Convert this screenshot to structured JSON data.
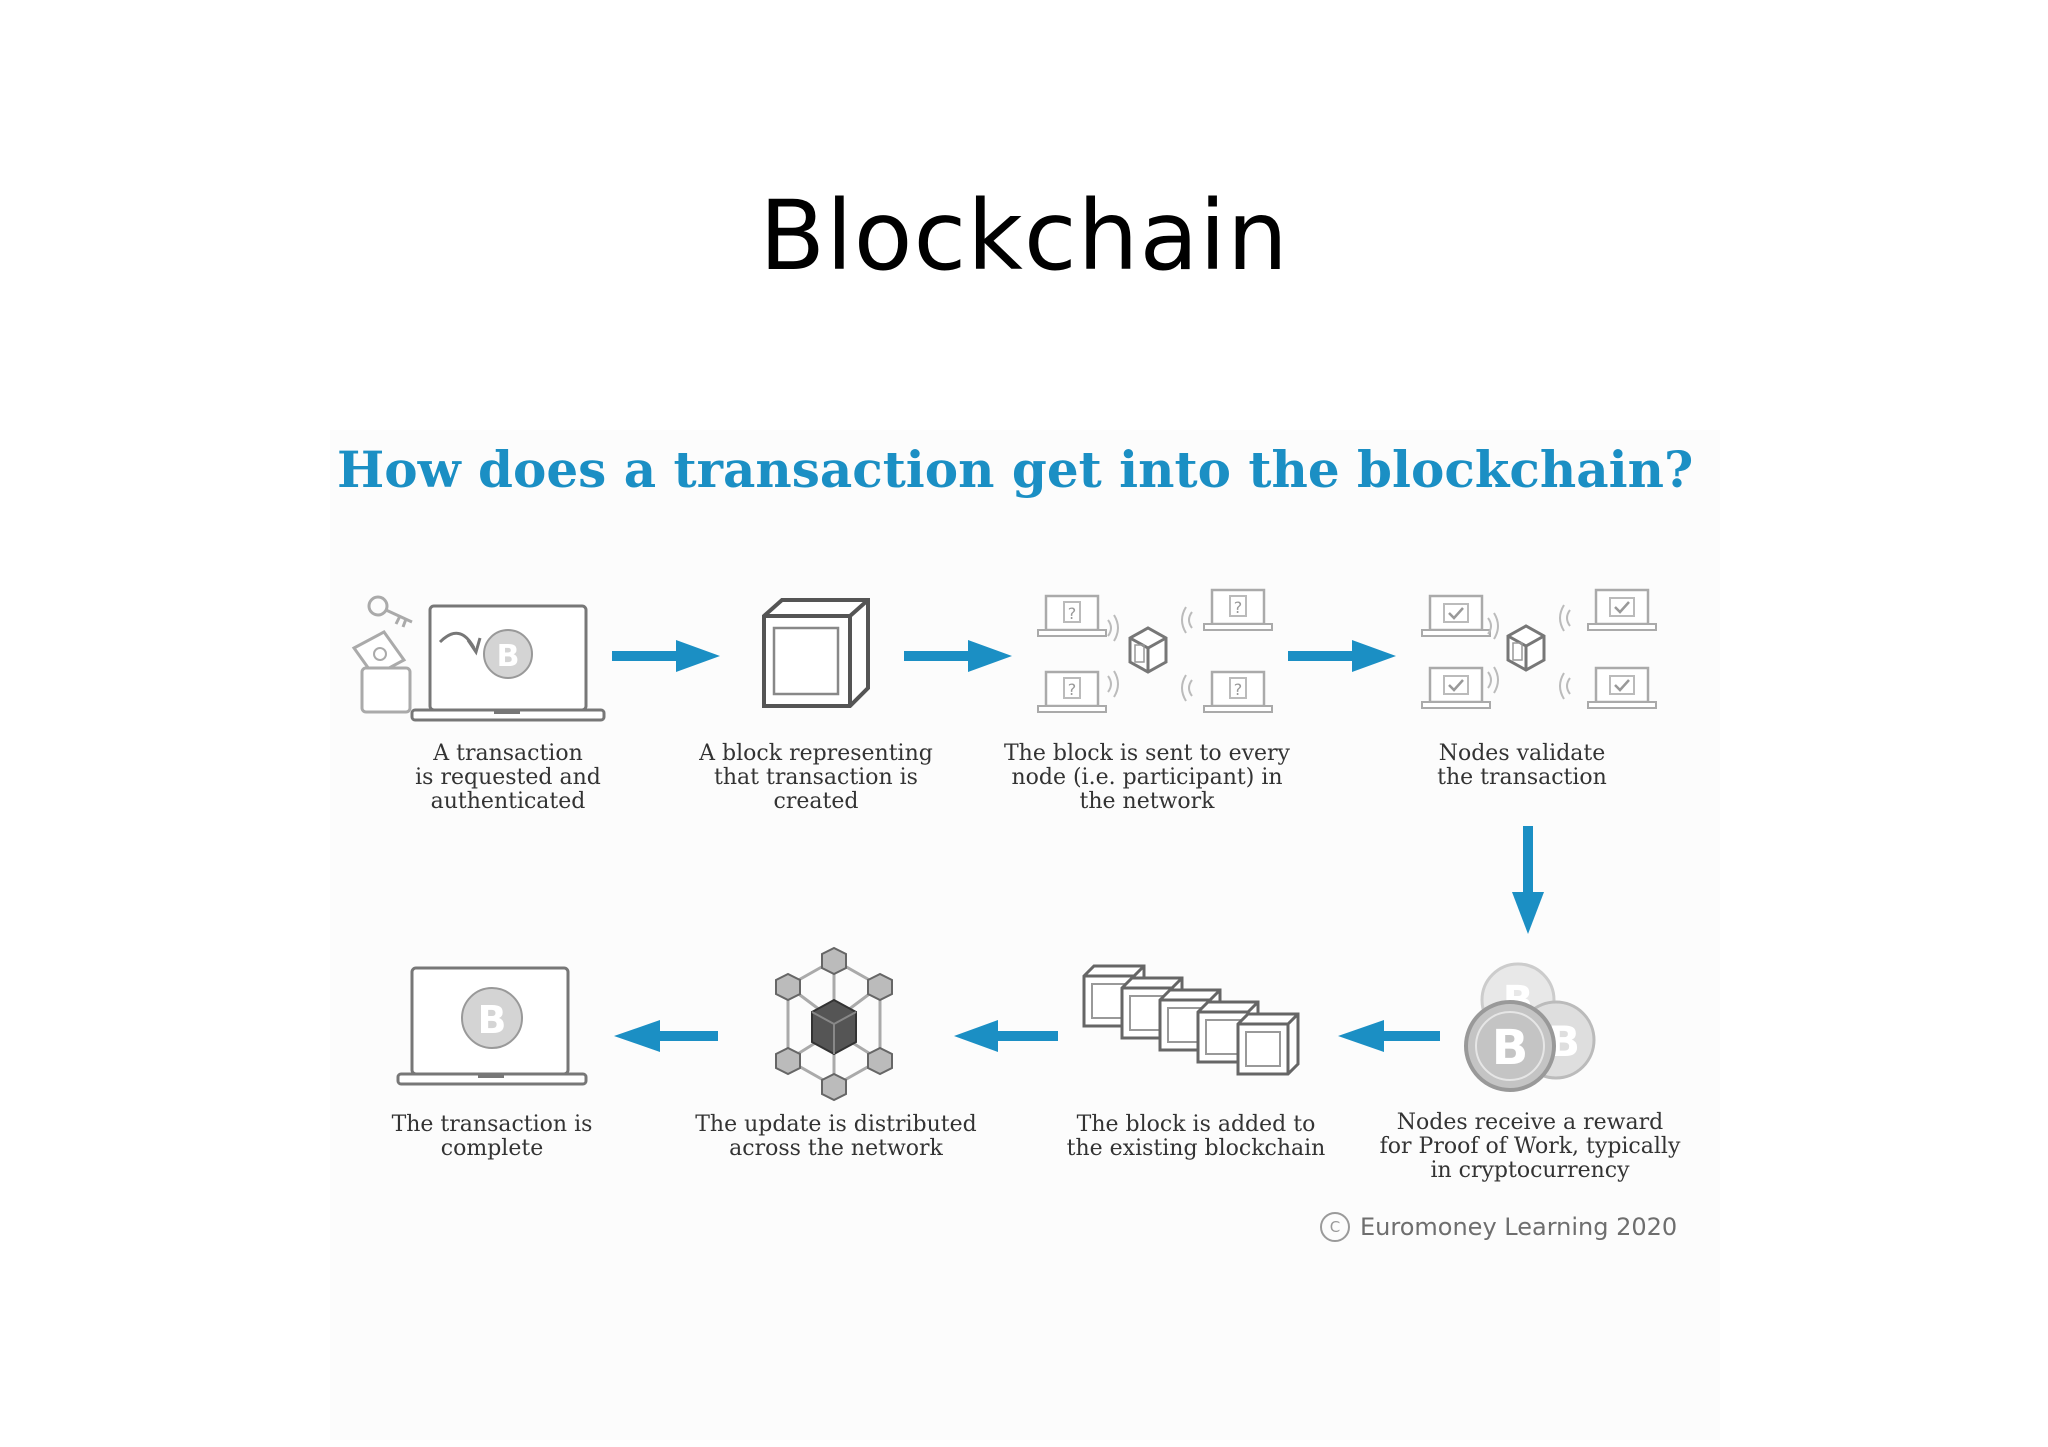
{
  "slide": {
    "title": "Blockchain"
  },
  "diagram": {
    "heading": "How does a transaction get into the blockchain?",
    "steps": [
      {
        "caption": "A transaction\nis requested and\nauthenticated",
        "icon": "laptop-bitcoin-icon"
      },
      {
        "caption": "A block representing\nthat transaction is\ncreated",
        "icon": "block-icon"
      },
      {
        "caption": "The block is sent to every\nnode (i.e. participant) in\nthe network",
        "icon": "network-broadcast-icon"
      },
      {
        "caption": "Nodes validate\nthe transaction",
        "icon": "nodes-validate-icon"
      },
      {
        "caption": "Nodes receive a reward\nfor Proof of Work, typically\nin cryptocurrency",
        "icon": "coins-icon"
      },
      {
        "caption": "The block is added to\nthe existing blockchain",
        "icon": "chain-of-blocks-icon"
      },
      {
        "caption": "The update is distributed\nacross the network",
        "icon": "network-cube-icon"
      },
      {
        "caption": "The transaction is\ncomplete",
        "icon": "laptop-bitcoin-icon"
      }
    ],
    "footer": {
      "copyright_symbol": "C",
      "text": "Euromoney Learning 2020"
    },
    "colors": {
      "accent": "#1b8fc4",
      "icon_gray": "#8a8a8a"
    }
  }
}
